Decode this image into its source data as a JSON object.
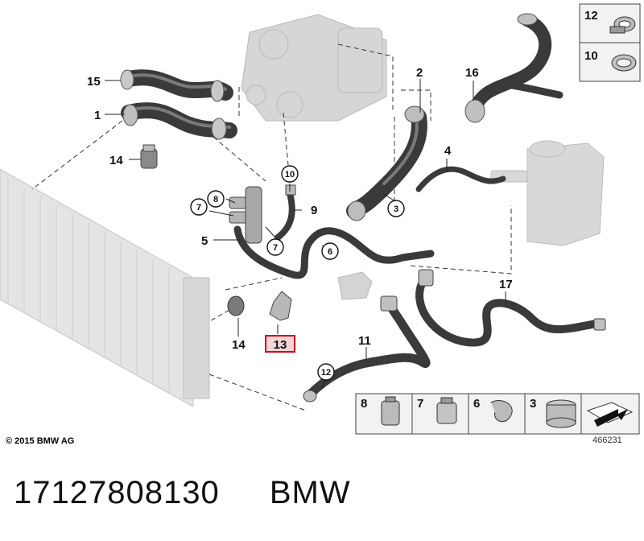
{
  "callouts": {
    "c15": "15",
    "c1": "1",
    "c14a": "14",
    "c2": "2",
    "c16": "16",
    "c10": "10",
    "c9": "9",
    "c8": "8",
    "c7a": "7",
    "c7b": "7",
    "c5": "5",
    "c6": "6",
    "c3": "3",
    "c4": "4",
    "c13": "13",
    "c14b": "14",
    "c11": "11",
    "c12": "12",
    "c17": "17"
  },
  "legend_top": [
    {
      "number": "12",
      "icon": "clamp-icon"
    },
    {
      "number": "10",
      "icon": "ring-clamp-icon"
    }
  ],
  "legend_bottom": [
    {
      "number": "8",
      "icon": "connector-icon"
    },
    {
      "number": "7",
      "icon": "quick-coupling-icon"
    },
    {
      "number": "6",
      "icon": "spring-clip-icon"
    },
    {
      "number": "3",
      "icon": "hose-clamp-icon"
    },
    {
      "number": "",
      "icon": "arrow-box-icon"
    }
  ],
  "copyright": "© 2015 BMW AG",
  "diagram_number": "466231",
  "footer": {
    "part_number": "17127808130",
    "brand": "BMW"
  },
  "colors": {
    "hose": "#3a3a3a",
    "hose_highlight": "#7a7a7a",
    "ghost": "#d4d4d4",
    "callout_box": "#d0021b",
    "callout_box_fill": "#f4d4d4"
  }
}
